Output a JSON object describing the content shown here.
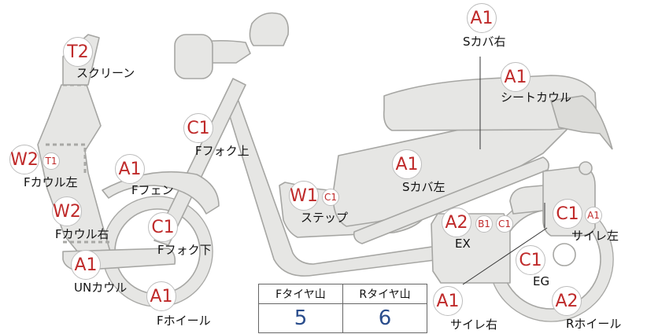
{
  "badges": [
    {
      "text": "A1",
      "size": "big"
    },
    {
      "text": "T2",
      "size": "big"
    },
    {
      "text": "A1",
      "size": "big"
    },
    {
      "text": "C1",
      "size": "big"
    },
    {
      "text": "W2",
      "size": "big"
    },
    {
      "text": "T1",
      "size": "small"
    },
    {
      "text": "A1",
      "size": "big"
    },
    {
      "text": "A1",
      "size": "big"
    },
    {
      "text": "W1",
      "size": "big"
    },
    {
      "text": "C1",
      "size": "small"
    },
    {
      "text": "W2",
      "size": "big"
    },
    {
      "text": "C1",
      "size": "big"
    },
    {
      "text": "A2",
      "size": "big"
    },
    {
      "text": "B1",
      "size": "small"
    },
    {
      "text": "C1",
      "size": "small"
    },
    {
      "text": "C1",
      "size": "big"
    },
    {
      "text": "A1",
      "size": "small"
    },
    {
      "text": "C1",
      "size": "big"
    },
    {
      "text": "A1",
      "size": "big"
    },
    {
      "text": "A1",
      "size": "big"
    },
    {
      "text": "A1",
      "size": "big"
    },
    {
      "text": "A2",
      "size": "big"
    }
  ],
  "labels": {
    "s_cover_right": "Sカバ右",
    "screen": "スクリーン",
    "seat_cowl": "シートカウル",
    "f_fork_upper": "Fフォク上",
    "f_cowl_left": "Fカウル左",
    "f_fender": "Fフェン",
    "s_cover_left": "Sカバ左",
    "step": "ステップ",
    "f_cowl_right": "Fカウル右",
    "f_fork_lower": "Fフォク下",
    "ex": "EX",
    "silencer_left": "サイレ左",
    "un_cowl": "UNカウル",
    "eg": "EG",
    "f_wheel": "Fホイール",
    "silencer_right": "サイレ右",
    "r_wheel": "Rホイール"
  },
  "tread_table": {
    "headers": [
      "Fタイヤ山",
      "Rタイヤ山"
    ],
    "values": [
      "5",
      "6"
    ]
  },
  "colors": {
    "badge_text": "#bf2a2a",
    "tread_value": "#2a4d8c",
    "body_fill": "#e6e6e4",
    "outline": "#a6a6a3"
  }
}
